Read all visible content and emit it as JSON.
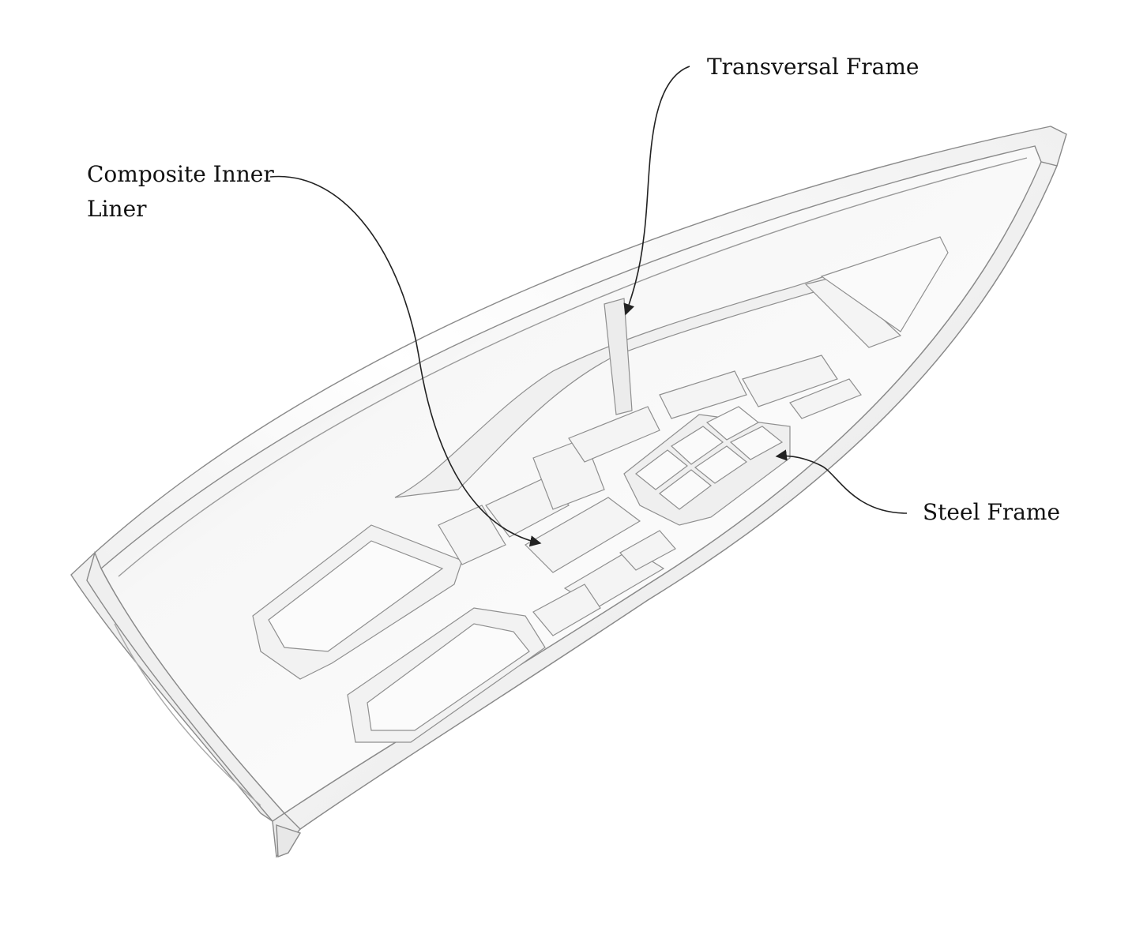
{
  "labels": {
    "transversal_frame": "Transversal Frame",
    "composite_line1": "Composite Inner",
    "composite_line2": "Liner",
    "steel_frame": "Steel Frame"
  },
  "colors": {
    "line": "#222222",
    "hull_stroke": "#8a8a8a",
    "hull_fill_light": "#ffffff",
    "hull_fill_shade": "#d9d9d9",
    "text": "#111111"
  }
}
